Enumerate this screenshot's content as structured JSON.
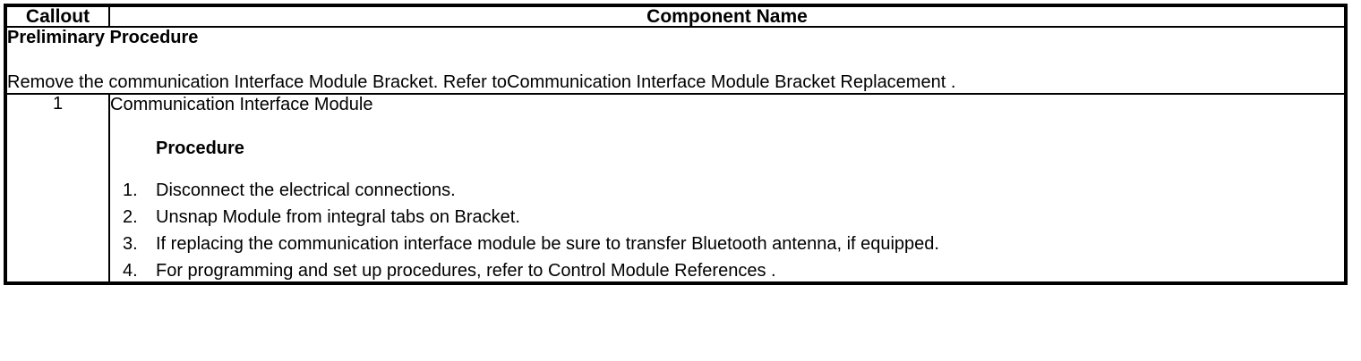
{
  "table": {
    "headers": {
      "callout": "Callout",
      "component": "Component Name"
    },
    "preliminary": {
      "title": "Preliminary Procedure",
      "text": "Remove the communication Interface Module Bracket. Refer toCommunication Interface Module Bracket Replacement ."
    },
    "rows": [
      {
        "callout": "1",
        "component_name": "Communication Interface Module",
        "procedure_heading": "Procedure",
        "steps": [
          {
            "marker": "1.",
            "text": "Disconnect the electrical connections."
          },
          {
            "marker": "2.",
            "text": "Unsnap Module from integral tabs on Bracket."
          },
          {
            "marker": "3.",
            "text": "If replacing the communication interface module be sure to transfer Bluetooth antenna, if equipped."
          },
          {
            "marker": "4.",
            "text": "For programming and set up procedures, refer to Control Module References ."
          }
        ]
      }
    ]
  },
  "colors": {
    "border": "#000000",
    "background": "#ffffff",
    "text": "#000000"
  }
}
